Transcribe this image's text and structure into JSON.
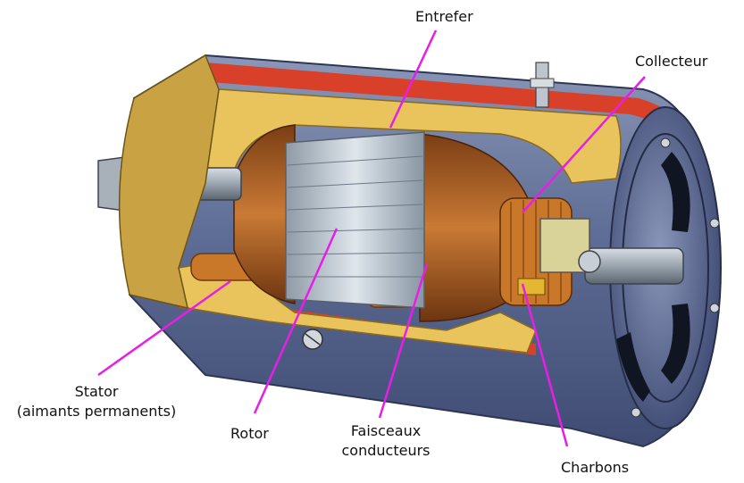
{
  "labels": {
    "entrefer": "Entrefer",
    "collecteur": "Collecteur",
    "stator_line1": "Stator",
    "stator_line2": "(aimants permanents)",
    "rotor": "Rotor",
    "faisceaux_line1": "Faisceaux",
    "faisceaux_line2": "conducteurs",
    "charbons": "Charbons"
  },
  "colors": {
    "leader": "#e81ee8",
    "casing": "#6f7fa3",
    "copper": "#b8692c",
    "stator_yellow": "#e9c45d",
    "laminations": "#b9c4cf",
    "red_insulation": "#d8402a"
  }
}
